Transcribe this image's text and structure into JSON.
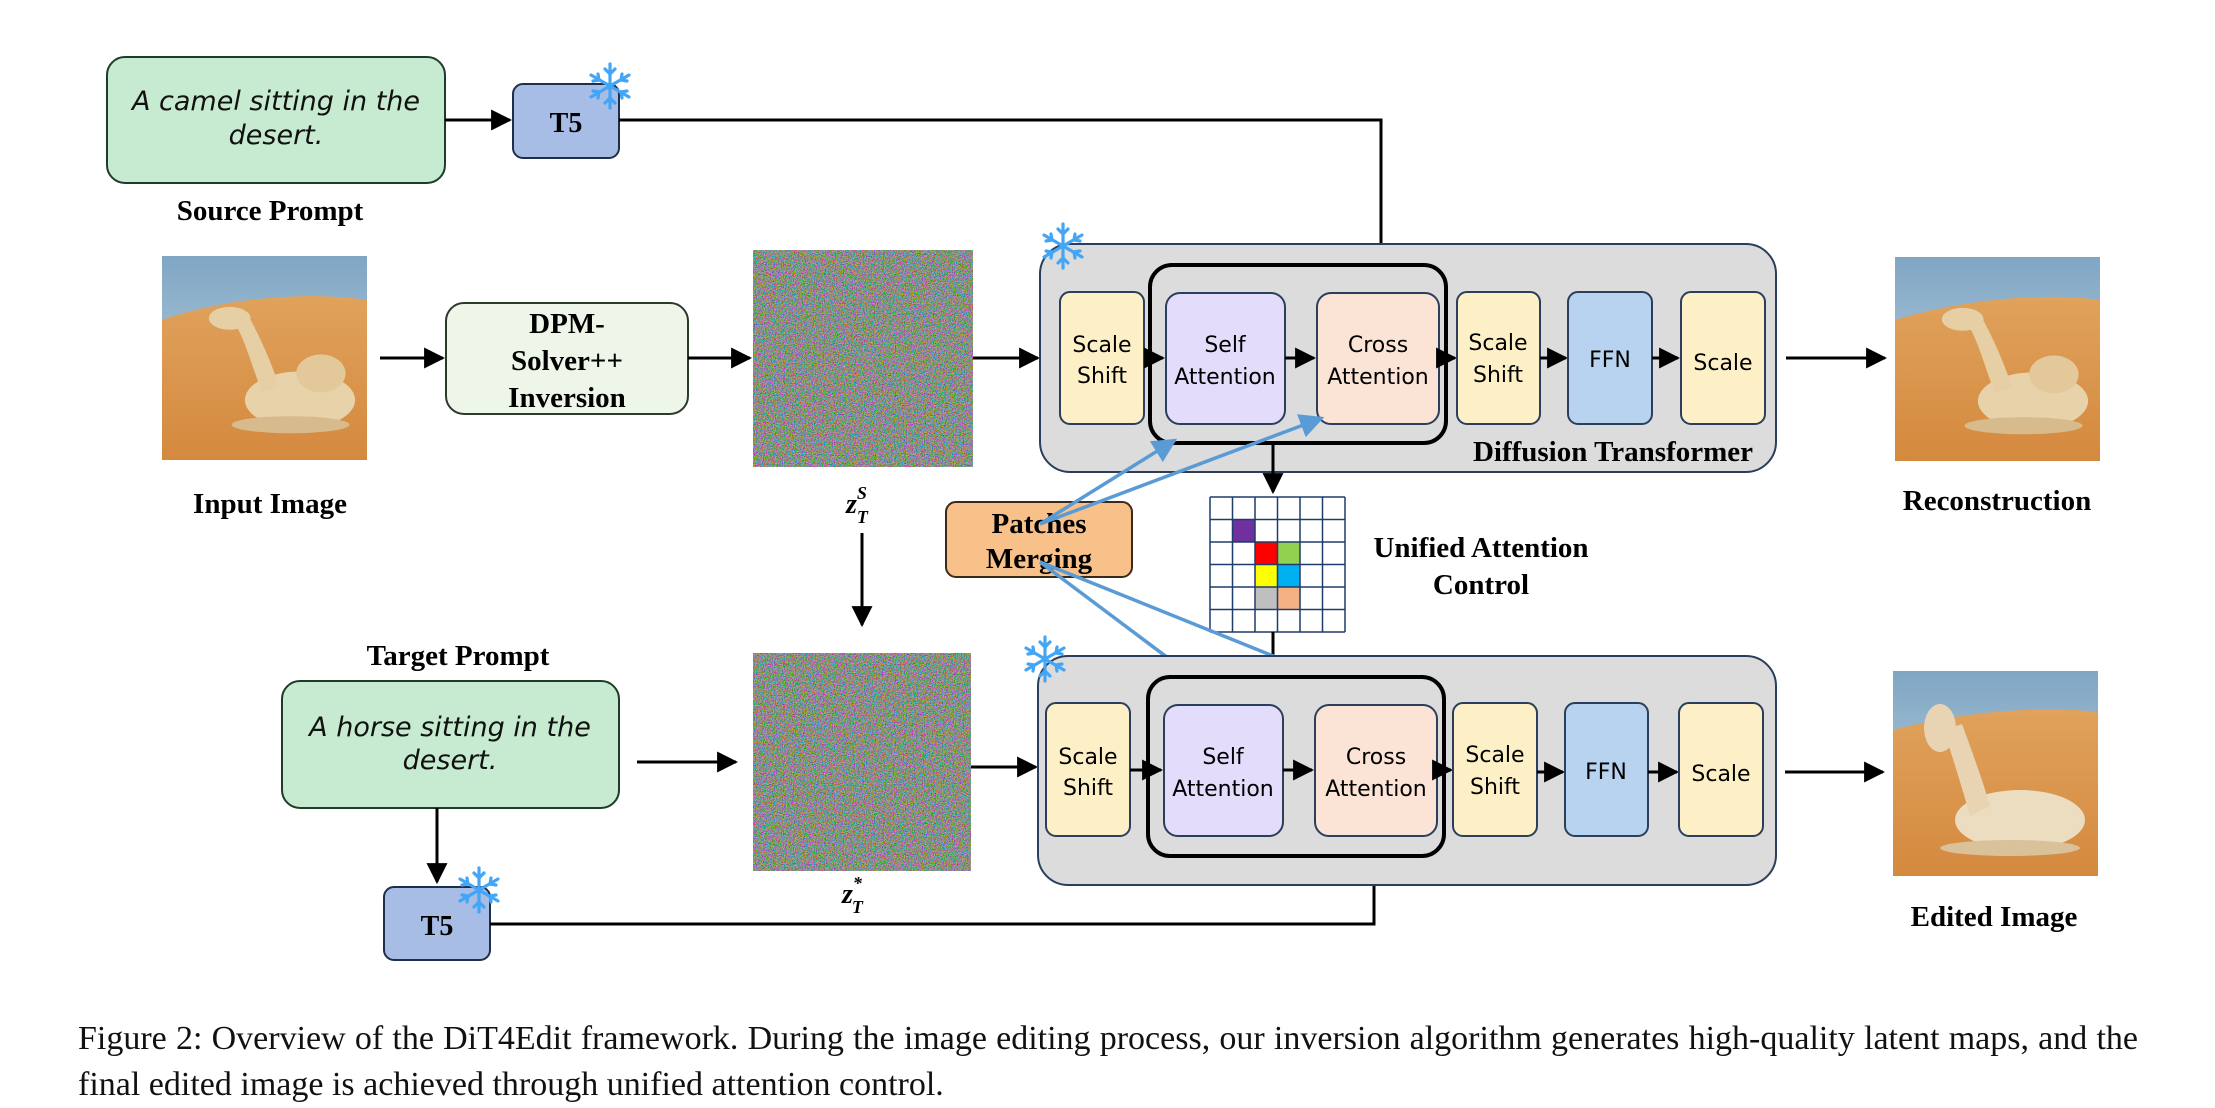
{
  "source_prompt": {
    "text_line1": "A camel sitting in the",
    "text_line2": "desert.",
    "label": "Source Prompt"
  },
  "target_prompt": {
    "text_line1": "A horse sitting in the",
    "text_line2": "desert.",
    "label": "Target Prompt"
  },
  "t5_top": "T5",
  "t5_bottom": "T5",
  "input_image_label": "Input Image",
  "dpm": {
    "line1": "DPM-",
    "line2": "Solver++",
    "line3": "Inversion"
  },
  "latent_top_label": {
    "base": "z",
    "sub": "T",
    "sup": "S"
  },
  "latent_bottom_label": {
    "base": "z",
    "sub": "T",
    "sup": "*"
  },
  "patches_merging": {
    "line1": "Patches",
    "line2": "Merging"
  },
  "unified_attention": {
    "line1": "Unified Attention",
    "line2": "Control"
  },
  "diffusion_transformer_label": "Diffusion Transformer",
  "blocks": {
    "scale_shift": {
      "line1": "Scale",
      "line2": "Shift"
    },
    "self_attention": {
      "line1": "Self",
      "line2": "Attention"
    },
    "cross_attention": {
      "line1": "Cross",
      "line2": "Attention"
    },
    "ffn": "FFN",
    "scale": "Scale"
  },
  "reconstruction_label": "Reconstruction",
  "edited_image_label": "Edited Image",
  "caption": "Figure 2: Overview of the DiT4Edit framework. During the image editing process, our inversion algorithm generates high-quality latent maps, and the final edited image is achieved through unified attention control.",
  "colors": {
    "prompt_fill": "#c6ebd0",
    "t5_fill": "#a7bde6",
    "dpm_fill": "#eef6e9",
    "patches_fill": "#f8c18a",
    "panel_fill": "#dcdcdc",
    "scale_fill": "#fdf0c6",
    "self_fill": "#e4dcfb",
    "cross_fill": "#fbe3d6",
    "ffn_fill": "#b8d3ef",
    "arrow_blue": "#5b9bd5",
    "snowflake": "#42a5f5"
  },
  "attention_grid_cells": [
    {
      "row": 1,
      "col": 1,
      "color": "#7030a0"
    },
    {
      "row": 2,
      "col": 2,
      "color": "#ff0000"
    },
    {
      "row": 2,
      "col": 3,
      "color": "#92d050"
    },
    {
      "row": 3,
      "col": 2,
      "color": "#ffff00"
    },
    {
      "row": 3,
      "col": 3,
      "color": "#00b0f0"
    },
    {
      "row": 4,
      "col": 2,
      "color": "#bfbfbf"
    },
    {
      "row": 4,
      "col": 3,
      "color": "#f4b183"
    }
  ]
}
